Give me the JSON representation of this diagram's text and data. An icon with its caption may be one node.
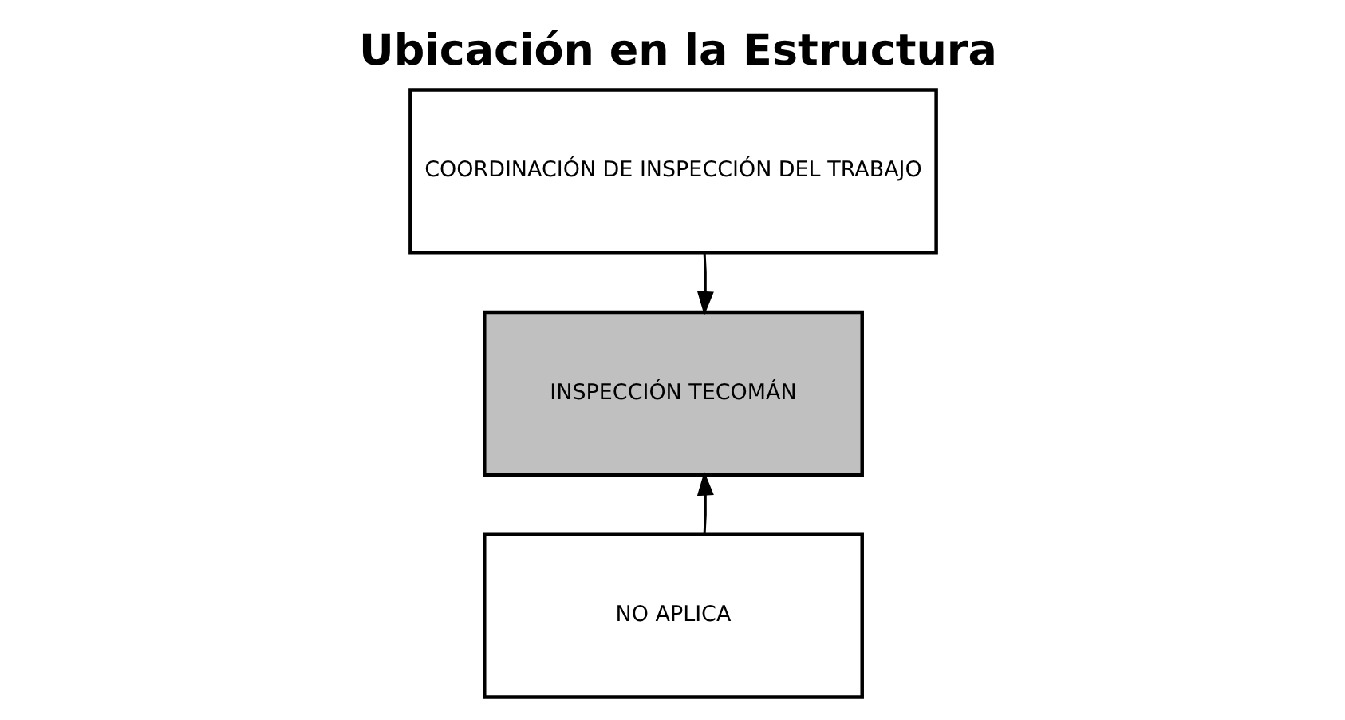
{
  "diagram": {
    "title": "Ubicación en la Estructura",
    "nodes": [
      {
        "text": [
          "COORDINACIÓN DE INSPECCIÓN DEL TRABAJO"
        ]
      },
      {
        "text": [
          "INSPECCIÓN TECOMÁN"
        ]
      },
      {
        "text": [
          "NO APLICA"
        ]
      }
    ],
    "edges": [
      {
        "from": 0,
        "to": 1,
        "arrow": "to"
      },
      {
        "from": 2,
        "to": 1,
        "arrow": "to"
      }
    ]
  }
}
